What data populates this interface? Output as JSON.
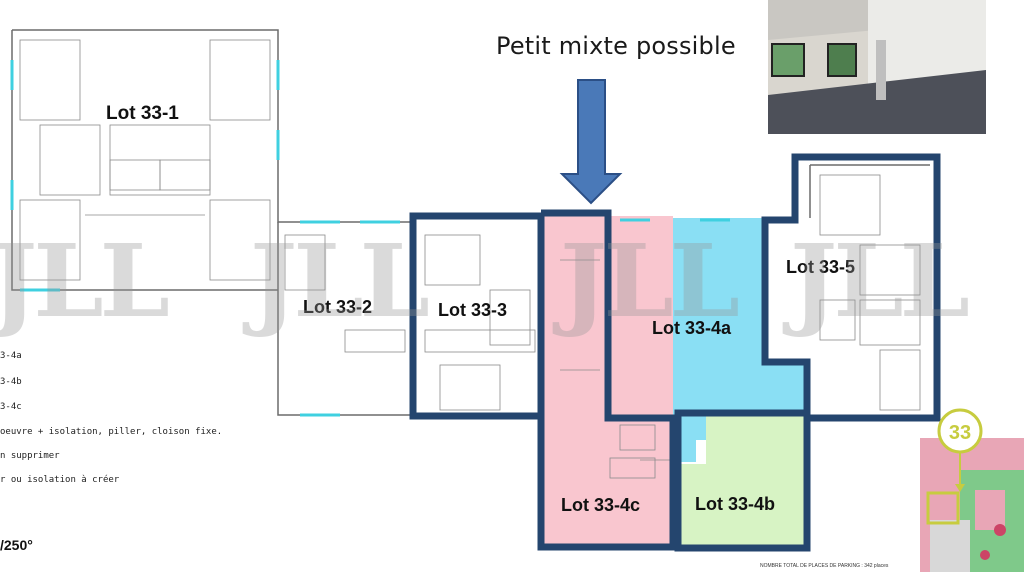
{
  "caption": "Petit mixte possible",
  "lots": {
    "lot_33_1": "Lot 33-1",
    "lot_33_2": "Lot 33-2",
    "lot_33_3": "Lot 33-3",
    "lot_33_4a": "Lot 33-4a",
    "lot_33_4b": "Lot 33-4b",
    "lot_33_4c": "Lot 33-4c",
    "lot_33_5": "Lot 33-5"
  },
  "legend": [
    "3-4a",
    "3-4b",
    "3-4c",
    "oeuvre + isolation, piller, cloison fixe.",
    "n supprimer",
    "r ou isolation à créer"
  ],
  "scale": "/250°",
  "site_marker": "33",
  "watermark": "JLL",
  "footnote": "NOMBRE TOTAL DE PLACES DE PARKING : 342 places",
  "colors": {
    "frame": "#24456e",
    "lot_4a": "#8adff4",
    "lot_4c": "#f9c6cf",
    "lot_4b": "#d7f3c4",
    "arrow": "#4a79b8",
    "marker": "#c7cc3f"
  }
}
